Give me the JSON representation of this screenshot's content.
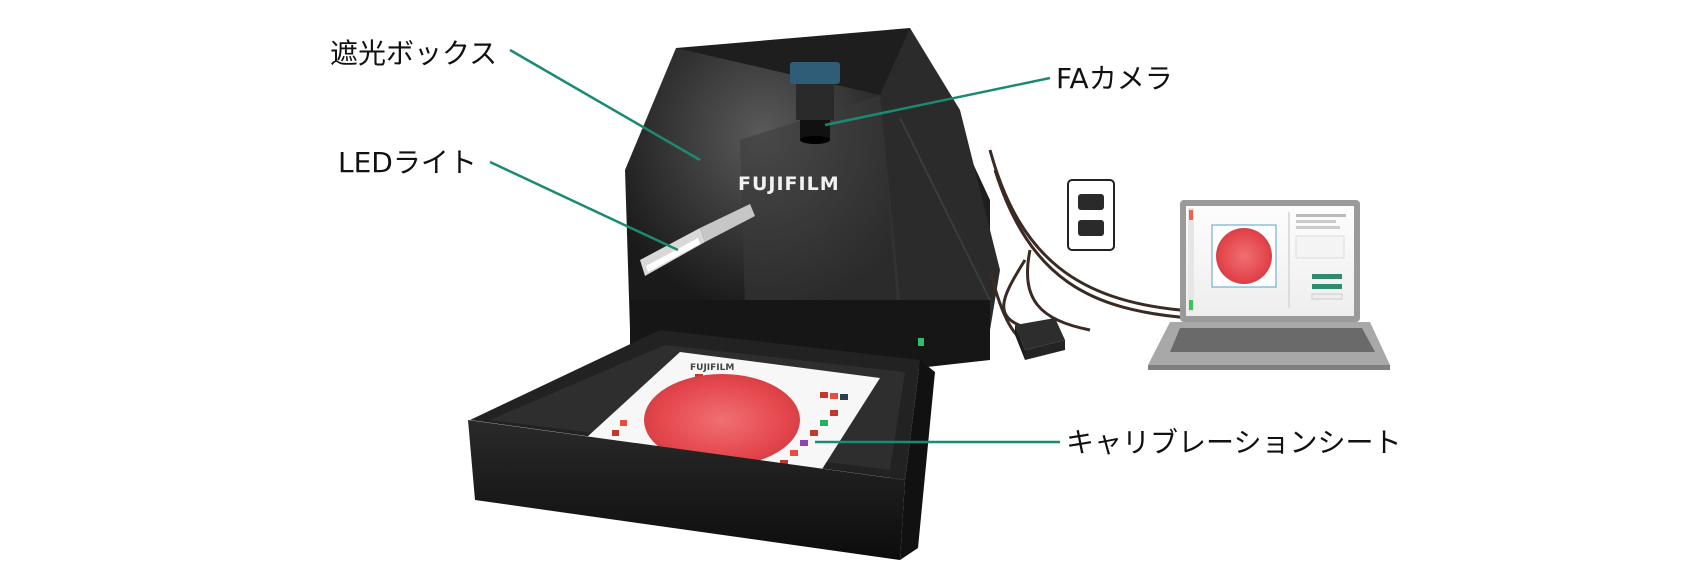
{
  "callouts": {
    "light_shield_box": "遮光ボックス",
    "fa_camera": "FAカメラ",
    "led_light": "LEDライト",
    "calibration_sheet": "キャリブレーションシート"
  },
  "device": {
    "brand_logo": "FUJIFILM",
    "sheet_logo": "FUJIFILM"
  },
  "colors": {
    "leader_line": "#1a8a72",
    "box_body": "#1b1b1b",
    "specimen": "#e8555a",
    "laptop_body": "#9a9a9a",
    "laptop_button": "#2e8b6f"
  }
}
